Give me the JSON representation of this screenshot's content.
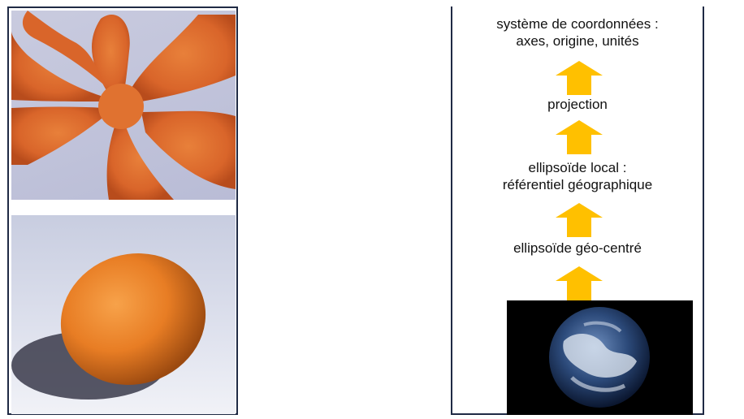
{
  "diagram": {
    "labels": [
      {
        "line1": "système de coordonnées :",
        "line2": "axes, origine, unités"
      },
      {
        "line1": "projection",
        "line2": ""
      },
      {
        "line1": "ellipsoïde local :",
        "line2": "référentiel géographique"
      },
      {
        "line1": "ellipsoïde géo-centré",
        "line2": ""
      }
    ],
    "arrow_color": "#ffc000",
    "border_color": "#1f2a44"
  },
  "photos": {
    "top": "orange-peel-photo",
    "bottom": "whole-orange-photo",
    "earth": "earth-photo"
  }
}
